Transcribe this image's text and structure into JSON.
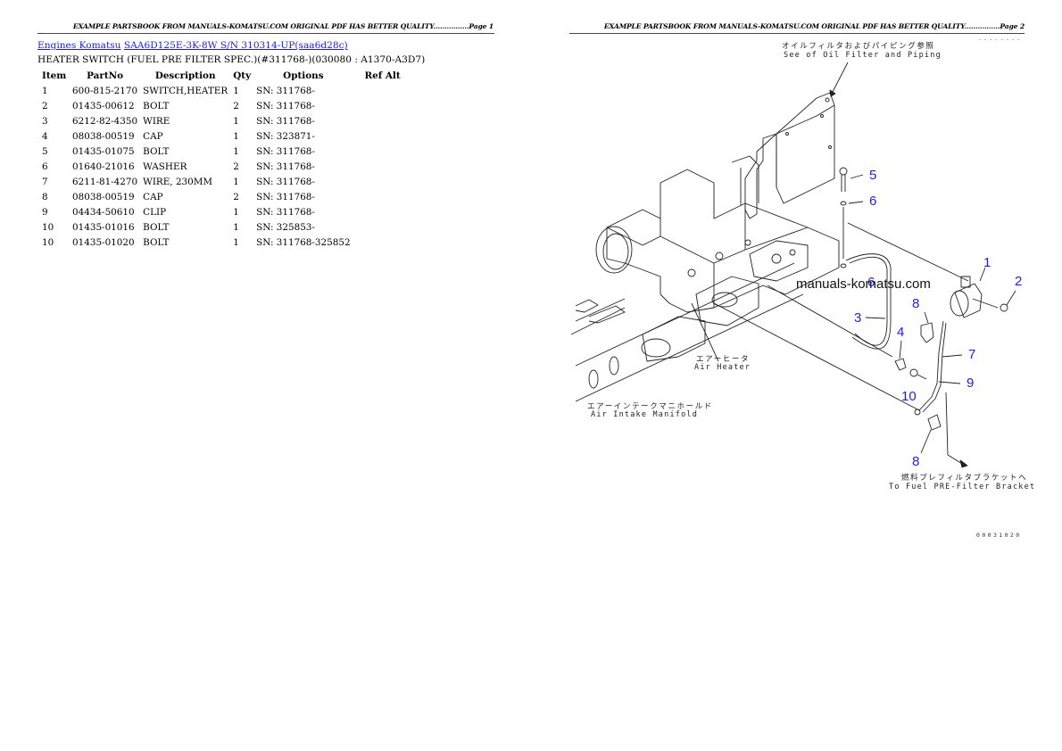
{
  "page1": {
    "header": "EXAMPLE PARTSBOOK FROM MANUALS-KOMATSU.COM ORIGINAL PDF HAS BETTER QUALITY................Page 1",
    "breadcrumb": {
      "link1": "Engines Komatsu",
      "link2": "SAA6D125E-3K-8W S/N 310314-UP(saa6d28c)"
    },
    "subtitle": "HEATER SWITCH (FUEL PRE FILTER SPEC.)(#311768-)(030080 : A1370-A3D7)",
    "table": {
      "columns": [
        "Item",
        "PartNo",
        "Description",
        "Qty",
        "Options",
        "Ref Alt"
      ],
      "rows": [
        {
          "item": "1",
          "partno": "600-815-2170",
          "description": "SWITCH,HEATER",
          "qty": "1",
          "options": "SN: 311768-",
          "refalt": ""
        },
        {
          "item": "2",
          "partno": "01435-00612",
          "description": "BOLT",
          "qty": "2",
          "options": "SN: 311768-",
          "refalt": ""
        },
        {
          "item": "3",
          "partno": "6212-82-4350",
          "description": "WIRE",
          "qty": "1",
          "options": "SN: 311768-",
          "refalt": ""
        },
        {
          "item": "4",
          "partno": "08038-00519",
          "description": "CAP",
          "qty": "1",
          "options": "SN: 323871-",
          "refalt": ""
        },
        {
          "item": "5",
          "partno": "01435-01075",
          "description": "BOLT",
          "qty": "1",
          "options": "SN: 311768-",
          "refalt": ""
        },
        {
          "item": "6",
          "partno": "01640-21016",
          "description": "WASHER",
          "qty": "2",
          "options": "SN: 311768-",
          "refalt": ""
        },
        {
          "item": "7",
          "partno": "6211-81-4270",
          "description": "WIRE, 230MM",
          "qty": "1",
          "options": "SN: 311768-",
          "refalt": ""
        },
        {
          "item": "8",
          "partno": "08038-00519",
          "description": "CAP",
          "qty": "2",
          "options": "SN: 311768-",
          "refalt": ""
        },
        {
          "item": "9",
          "partno": "04434-50610",
          "description": "CLIP",
          "qty": "1",
          "options": "SN: 311768-",
          "refalt": ""
        },
        {
          "item": "10",
          "partno": "01435-01016",
          "description": "BOLT",
          "qty": "1",
          "options": "SN: 325853-",
          "refalt": ""
        },
        {
          "item": "10",
          "partno": "01435-01020",
          "description": "BOLT",
          "qty": "1",
          "options": "SN: 311768-325852",
          "refalt": ""
        }
      ]
    }
  },
  "page2": {
    "header": "EXAMPLE PARTSBOOK FROM MANUALS-KOMATSU.COM ORIGINAL PDF HAS BETTER QUALITY................Page 2",
    "diagram": {
      "watermark": "manuals-komatsu.com",
      "labels": {
        "oil_filter_jp": "オイルフィルタおよびパイピング参照",
        "oil_filter_en": "See of Oil Filter and Piping",
        "air_heater_jp": "エアーヒータ",
        "air_heater_en": "Air Heater",
        "intake_jp": "エアーインテークマニホールド",
        "intake_en": "Air Intake Manifold",
        "fuel_bracket_jp": "燃料プレフィルタブラケットへ",
        "fuel_bracket_en": "To Fuel PRE-Filter Bracket"
      },
      "callouts": [
        "1",
        "2",
        "3",
        "4",
        "5",
        "6",
        "6",
        "7",
        "8",
        "8",
        "9",
        "10"
      ],
      "drawing_number": "00031020",
      "corner_marks": "--------"
    }
  },
  "colors": {
    "link": "#1a1aee",
    "callout": "#1f1fdd"
  }
}
